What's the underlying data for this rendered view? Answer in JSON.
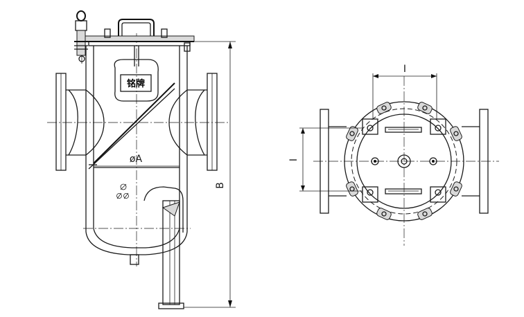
{
  "labels": {
    "diameter_a": "øA",
    "height_b": "B",
    "nameplate": "铭牌",
    "dim_top": "I",
    "dim_side": "I",
    "small_circles": "ø"
  },
  "colors": {
    "line": "#1a1a1a",
    "background": "#ffffff",
    "fill_gray": "#d9d9d9"
  }
}
